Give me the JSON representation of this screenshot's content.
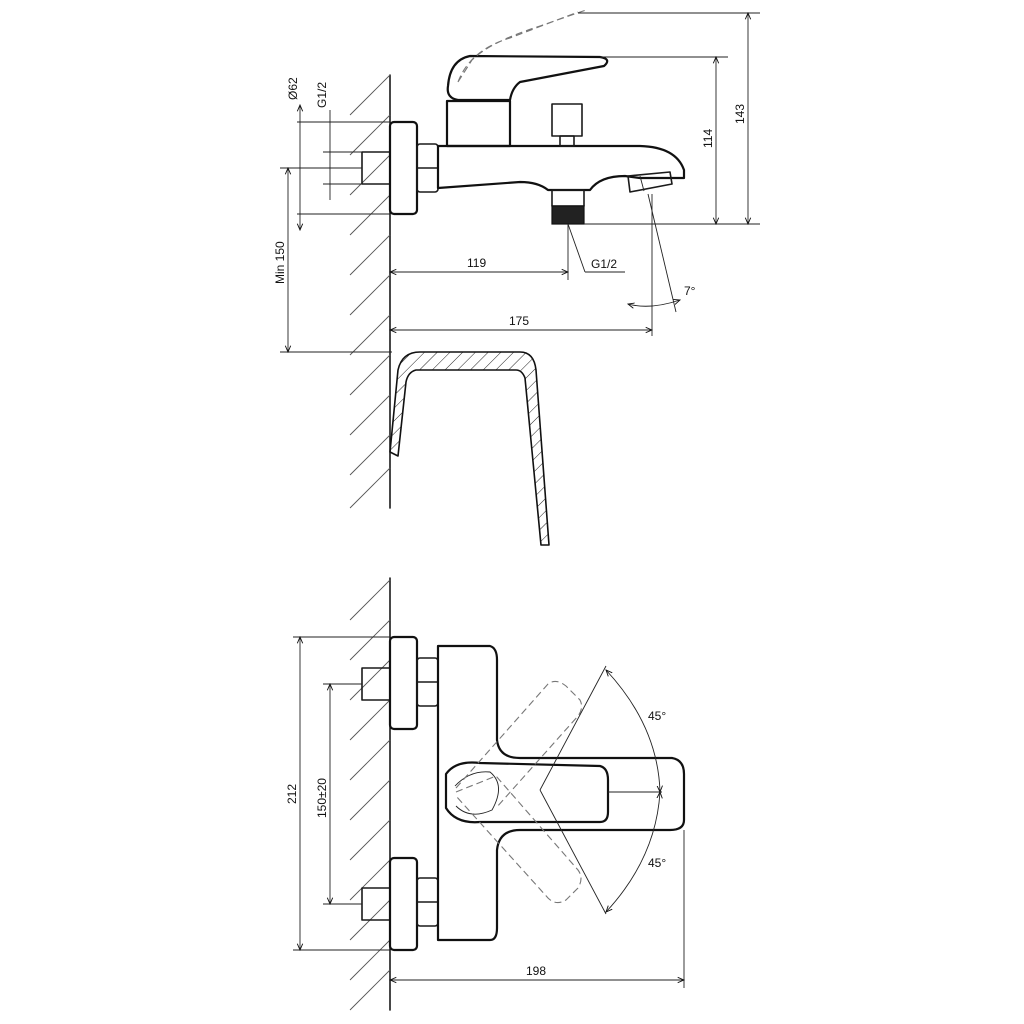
{
  "side_view": {
    "dim_diameter": "Ø62",
    "dim_thread_inlet": "G1/2",
    "dim_min_height": "Min 150",
    "dim_spout_outlet_distance": "119",
    "dim_outlet_thread": "G1/2",
    "dim_spout_length": "175",
    "dim_angle": "7°",
    "dim_height_spout": "114",
    "dim_height_total": "143"
  },
  "top_view": {
    "dim_total_width": "212",
    "dim_inlet_spacing": "150±20",
    "dim_angle_upper": "45°",
    "dim_angle_lower": "45°",
    "dim_projection": "198"
  }
}
